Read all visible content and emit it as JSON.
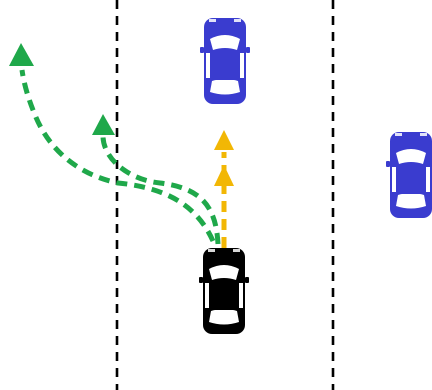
{
  "scene": {
    "background": "#ffffff",
    "lane_marking_color": "#000000",
    "lane_markings": [
      {
        "name": "lane-divider-left"
      },
      {
        "name": "lane-divider-right"
      }
    ],
    "vehicles": [
      {
        "name": "ego-car",
        "role": "ego",
        "icon": "car-top-view-icon",
        "color": "#000000"
      },
      {
        "name": "blue-car-ahead",
        "role": "other",
        "icon": "car-top-view-icon",
        "color": "#3a3ccf"
      },
      {
        "name": "blue-car-right-lane",
        "role": "other",
        "icon": "car-top-view-icon",
        "color": "#3a3ccf"
      }
    ],
    "trajectories": [
      {
        "name": "green-trajectory-near",
        "color": "#1fa84a",
        "style": "dashed",
        "arrow": "triangle"
      },
      {
        "name": "green-trajectory-far",
        "color": "#1fa84a",
        "style": "dashed",
        "arrow": "triangle"
      },
      {
        "name": "yellow-trajectory-straight",
        "color": "#f2b705",
        "style": "dashed",
        "arrow": "double-triangle"
      }
    ]
  }
}
